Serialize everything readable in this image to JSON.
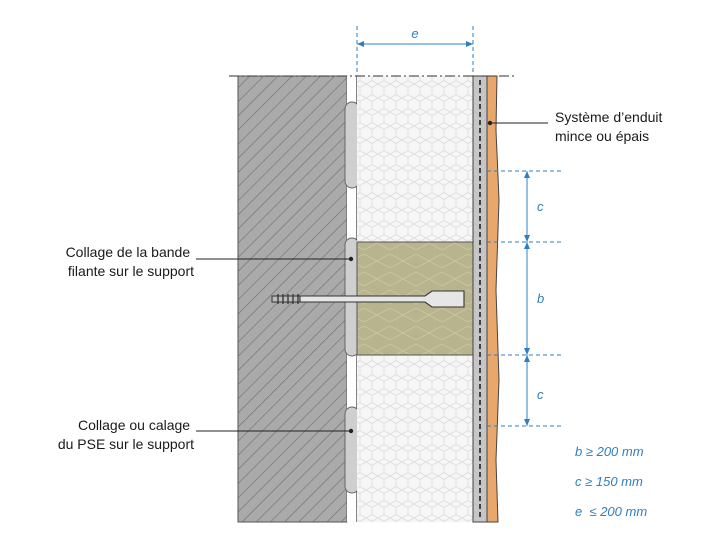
{
  "labels": {
    "render_system": [
      "Système d’enduit",
      "mince ou épais"
    ],
    "strip_bonding": [
      "Collage de la bande",
      "filante sur le support"
    ],
    "pse_bonding": [
      "Collage ou calage",
      "du PSE sur le support"
    ]
  },
  "dimensions": {
    "e": "e",
    "c_top": "c",
    "b": "b",
    "c_bottom": "c"
  },
  "requirements": [
    "b ≥ 200 mm",
    "c ≥ 150 mm",
    "e  ≤ 200 mm"
  ],
  "colors": {
    "accent": "#2f7fc0",
    "wall": "#a9a9a9",
    "mineral_wool": "#b5b38c",
    "render": "#e8a86b",
    "text": "#1a1a1a"
  }
}
